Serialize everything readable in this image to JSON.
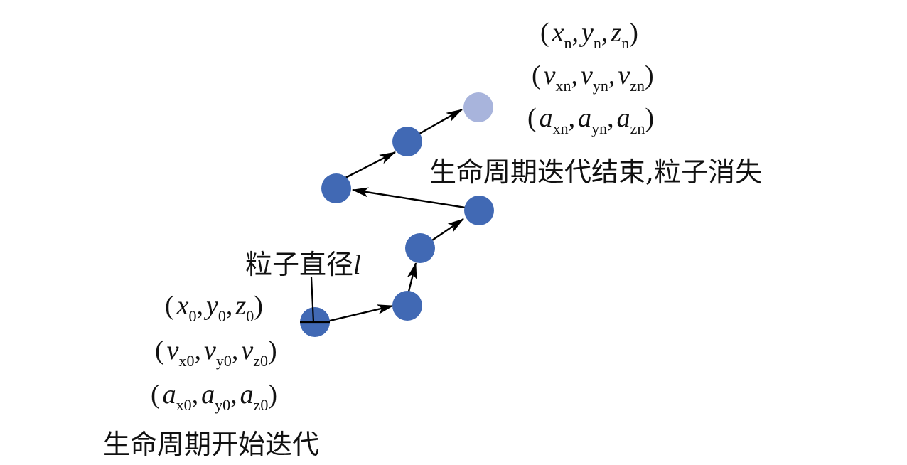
{
  "start": {
    "position": {
      "open": "(",
      "v1": "x",
      "s1": "0",
      "v2": "y",
      "s2": "0",
      "v3": "z",
      "s3": "0",
      "close": ")"
    },
    "velocity": {
      "open": "(",
      "v1": "v",
      "s1": "x0",
      "v2": "v",
      "s2": "y0",
      "v3": "v",
      "s3": "z0",
      "close": ")"
    },
    "acceleration": {
      "open": "(",
      "v1": "a",
      "s1": "x0",
      "v2": "a",
      "s2": "y0",
      "v3": "a",
      "s3": "z0",
      "close": ")"
    },
    "caption": "生命周期开始迭代"
  },
  "end": {
    "position": {
      "open": "(",
      "v1": "x",
      "s1": "n",
      "v2": "y",
      "s2": "n",
      "v3": "z",
      "s3": "n",
      "close": ")"
    },
    "velocity": {
      "open": "(",
      "v1": "v",
      "s1": "xn",
      "v2": "v",
      "s2": "yn",
      "v3": "v",
      "s3": "zn",
      "close": ")"
    },
    "acceleration": {
      "open": "(",
      "v1": "a",
      "s1": "xn",
      "v2": "a",
      "s2": "yn",
      "v3": "a",
      "s3": "zn",
      "close": ")"
    },
    "caption": "生命周期迭代结束,粒子消失"
  },
  "diameter_label": {
    "text": "粒子直径",
    "symbol": "l"
  },
  "colors": {
    "particle": "#4169b4",
    "particle_faded": "#a8b4dc",
    "arrow": "#000000"
  }
}
